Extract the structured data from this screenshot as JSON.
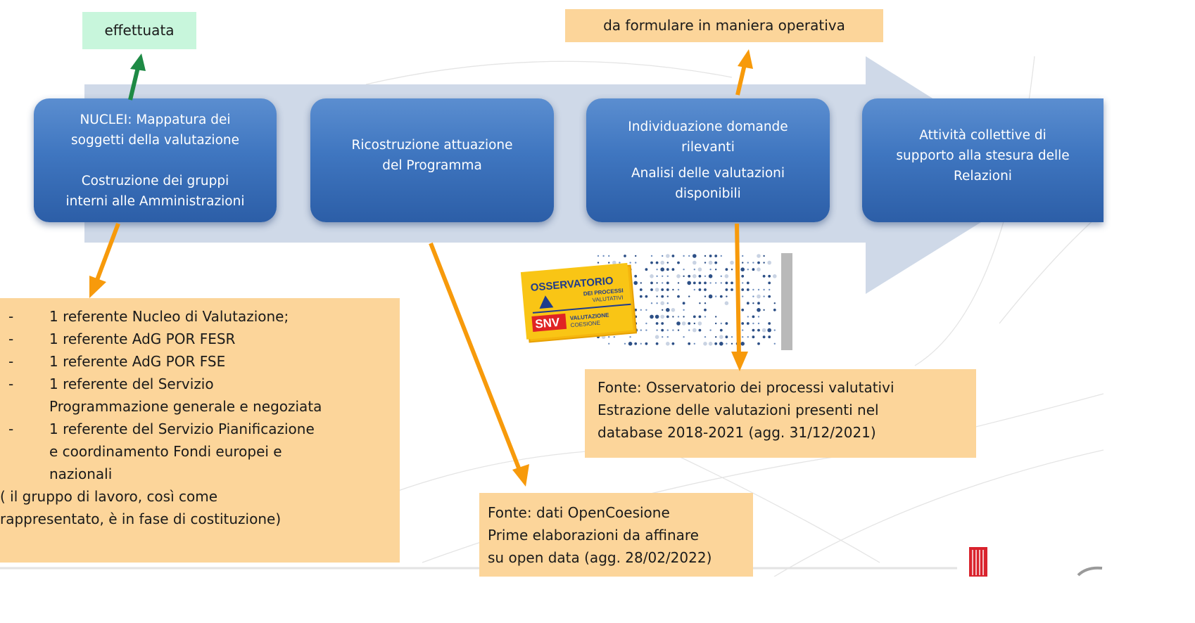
{
  "colors": {
    "step_fill": "#3f76c0",
    "note_fill": "#fcd59a",
    "done_fill": "#c8f6dc",
    "arrow_orange": "#f79a0b",
    "arrow_green": "#1e8a45",
    "big_arrow": "#cfd9e8"
  },
  "tags": {
    "done": "effettuata",
    "to_formulate": "da formulare in maniera operativa"
  },
  "steps": [
    {
      "lines": [
        "NUCLEI: Mappatura dei",
        "soggetti della valutazione",
        "",
        "Costruzione dei gruppi",
        "interni alle Amministrazioni"
      ]
    },
    {
      "lines": [
        "Ricostruzione attuazione",
        "del Programma"
      ]
    },
    {
      "lines": [
        "Individuazione domande",
        "rilevanti",
        "Analisi delle valutazioni",
        "disponibili"
      ]
    },
    {
      "lines": [
        "Attività collettive di",
        "supporto alla stesura delle",
        "Relazioni"
      ]
    }
  ],
  "team_note": {
    "items": [
      [
        "1 referente Nucleo di Valutazione;"
      ],
      [
        "1 referente AdG POR FESR"
      ],
      [
        "1 referente AdG POR FSE"
      ],
      [
        "1 referente del Servizio",
        "Programmazione generale e negoziata"
      ],
      [
        "1 referente del Servizio Pianificazione",
        "e coordinamento Fondi europei e",
        "nazionali"
      ]
    ],
    "footer_lines": [
      "( il gruppo di lavoro, così come",
      "rappresentato, è in fase di costituzione)"
    ]
  },
  "observatory_note": {
    "lines": [
      "Fonte: Osservatorio dei processi valutativi",
      "Estrazione delle valutazioni presenti nel",
      "database 2018-2021 (agg. 31/12/2021)"
    ]
  },
  "opencoesione_note": {
    "lines": [
      "Fonte: dati OpenCoesione",
      "Prime elaborazioni  da affinare",
      "su open data (agg. 28/02/2022)"
    ]
  },
  "logo": {
    "title": "OSSERVATORIO",
    "subtitle1": "DEI PROCESSI",
    "subtitle2": "VALUTATIVI",
    "snv": "SNV",
    "right1": "VALUTAZIONE",
    "right2": "COESIONE"
  }
}
